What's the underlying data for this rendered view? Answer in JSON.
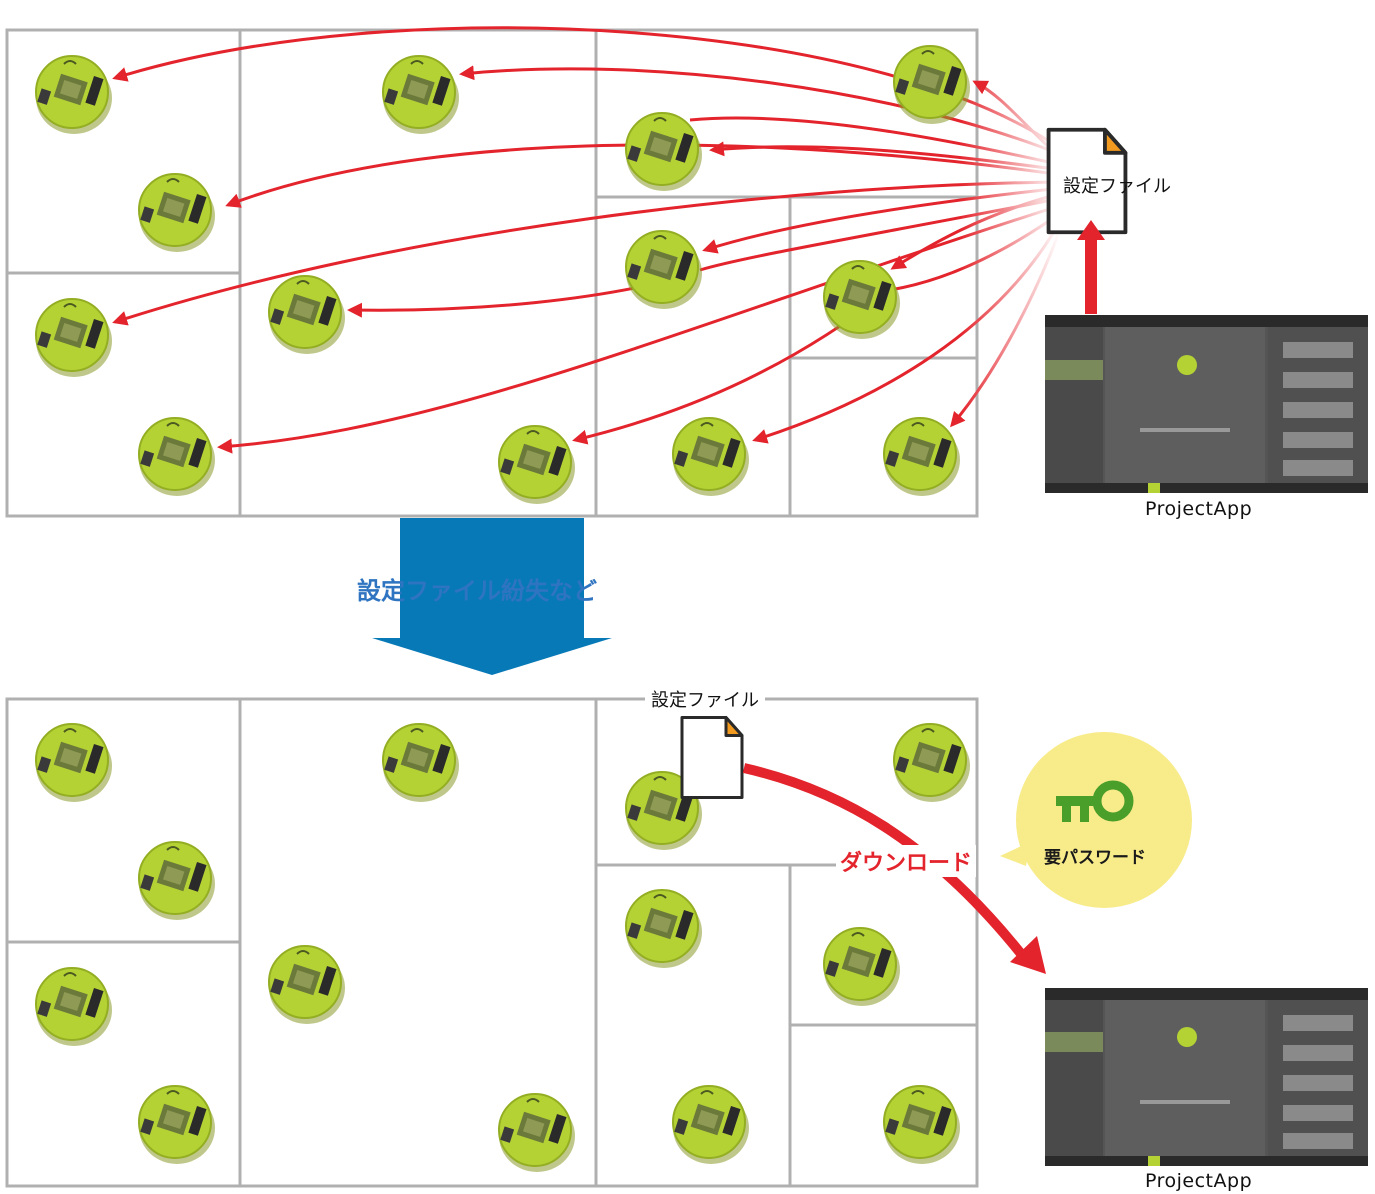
{
  "top_section": {
    "file_label": "設定ファイル",
    "app_label": "ProjectApp"
  },
  "transition": {
    "label": "設定ファイル紛失など"
  },
  "bottom_section": {
    "file_label": "設定ファイル",
    "download_label": "ダウンロード",
    "password_label": "要パスワード",
    "app_label": "ProjectApp"
  },
  "colors": {
    "arrow_red": "#e4242c",
    "big_arrow_blue": "#0779b7",
    "device_green": "#b5d235",
    "bubble_yellow": "#f7eb8a",
    "key_green": "#4a9e2a",
    "room_border": "#b0b0b0",
    "file_accent": "#f29a1f"
  },
  "icons": {
    "device": "sensor-device-icon",
    "file": "document-icon",
    "key": "key-icon",
    "app": "projectapp-screenshot"
  }
}
